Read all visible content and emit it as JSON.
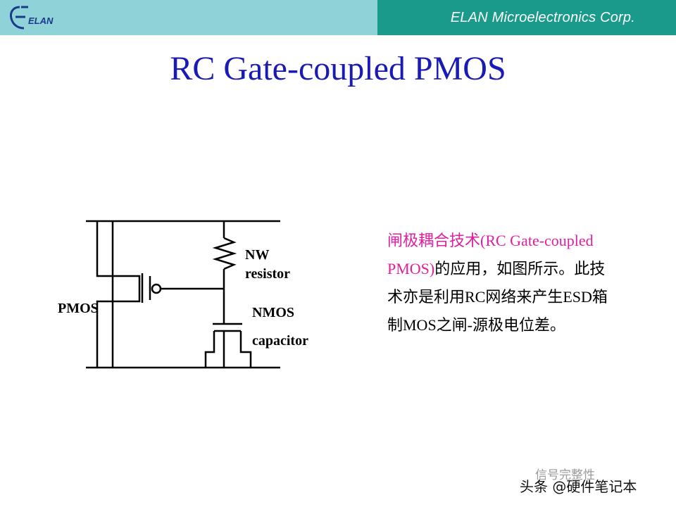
{
  "header": {
    "logo_text": "ELAN",
    "company": "ELAN Microelectronics Corp."
  },
  "title": "RC Gate-coupled PMOS",
  "diagram": {
    "label_pmos": "PMOS",
    "label_nw": "NW",
    "label_resistor": "resistor",
    "label_nmos": "NMOS",
    "label_capacitor": "capacitor"
  },
  "description": {
    "highlight": "闸极耦合技术(RC Gate-coupled PMOS)",
    "rest": "的应用，如图所示。此技术亦是利用RC网络来产生ESD箱制MOS之闸-源极电位差。"
  },
  "footer": {
    "watermark": "信号完整性",
    "credit": "头条 @硬件笔记本"
  },
  "colors": {
    "header_left": "#8fd3d9",
    "header_right": "#1a9a8a",
    "title": "#1a1ab4",
    "highlight": "#e01fa0"
  }
}
